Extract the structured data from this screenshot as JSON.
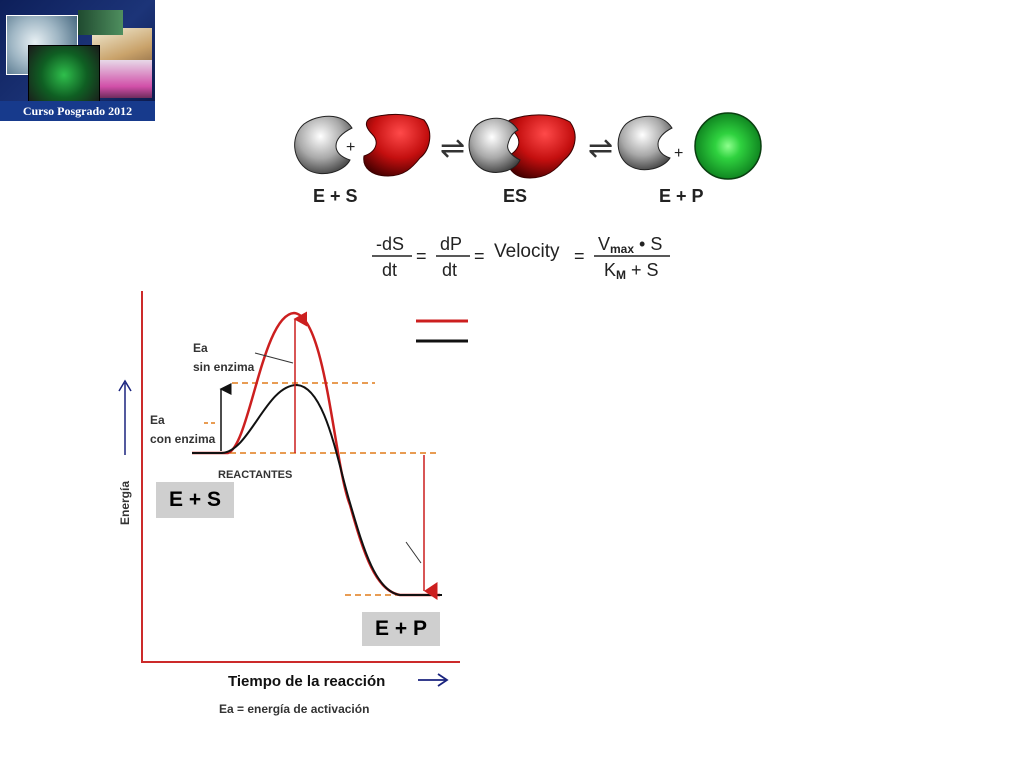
{
  "logo": {
    "caption": "Curso Posgrado 2012"
  },
  "reaction": {
    "plus1": "+",
    "plus2": "+",
    "eq1": "⇌",
    "eq2": "⇌",
    "label_es_left": "E + S",
    "label_es": "ES",
    "label_ep": "E + P"
  },
  "equation": {
    "ds": "-dS",
    "dt1": "dt",
    "eq_a": "=",
    "dp": "dP",
    "dt2": "dt",
    "eq_b": "=",
    "velocity": "Velocity",
    "eq_c": "=",
    "vmax_v": "V",
    "vmax_sub": "max",
    "vmax_dot_s": " • S",
    "km_k": "K",
    "km_sub": "M",
    "km_plus_s": " + S"
  },
  "diagram": {
    "ea_sin_1": "Ea",
    "ea_sin_2": "sin enzima",
    "ea_con_1": "Ea",
    "ea_con_2": "con enzima",
    "reactantes": "REACTANTES",
    "box_es": "E + S",
    "box_ep": "E + P",
    "y_axis": "Energía",
    "x_axis": "Tiempo de la reacción",
    "footnote": "Ea = energía de activación"
  },
  "colors": {
    "uncatalyzed": "#cc1f1f",
    "catalyzed": "#111111",
    "axis": "#cc2a2a",
    "dashed": "#e07b1a",
    "arrow_blue": "#1a237e",
    "product": "#1fb83a"
  }
}
